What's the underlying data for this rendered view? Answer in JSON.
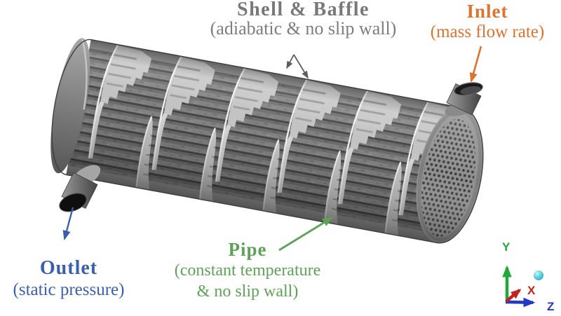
{
  "figure": {
    "type": "shell-and-tube heat exchanger CFD boundary-condition diagram",
    "background": "#ffffff"
  },
  "annotations": {
    "shell_baffle": {
      "title": "Shell & Baffle",
      "subtitle": "(adiabatic & no slip wall)",
      "color": "#7d7d7d"
    },
    "inlet": {
      "title": "Inlet",
      "subtitle": "(mass flow rate)",
      "color": "#e0722d"
    },
    "outlet": {
      "title": "Outlet",
      "subtitle": "(static pressure)",
      "color": "#3a5fad"
    },
    "pipe": {
      "title": "Pipe",
      "subtitle_line1": "(constant temperature",
      "subtitle_line2": "& no slip wall)",
      "color": "#5ea257"
    }
  },
  "axis_triad": {
    "x_label": "X",
    "y_label": "Y",
    "z_label": "Z",
    "x_color": "#c32222",
    "y_color": "#1fa83b",
    "z_color": "#2138c8",
    "marker_color": "#3fc6d6"
  },
  "scene_colors": {
    "shell_gray": "#6f6f6f",
    "tube_shadow": "#454545",
    "baffle_light": "#c6c6c6",
    "baffle_edge": "#f2f2f2",
    "tube_sheet": "#8f8f8f",
    "nozzle_opening": "#111111"
  }
}
